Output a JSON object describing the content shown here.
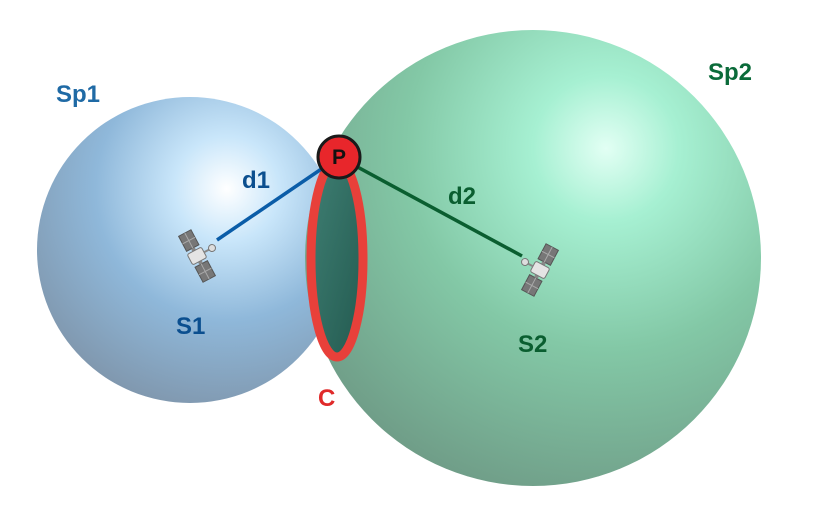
{
  "labels": {
    "sphere1": "Sp1",
    "sphere2": "Sp2",
    "distance1": "d1",
    "distance2": "d2",
    "point": "P",
    "satellite1": "S1",
    "satellite2": "S2",
    "intersection": "C"
  },
  "colors": {
    "sphere1_label": "#1f6aa5",
    "sphere2_label": "#0b6b3a",
    "d1_line": "#0b5da8",
    "d2_line": "#0a5e30",
    "point_fill": "#e8262b",
    "circle_stroke": "#e8403a",
    "circle_fill": "#2f6b60",
    "c_label": "#e02a2a"
  }
}
